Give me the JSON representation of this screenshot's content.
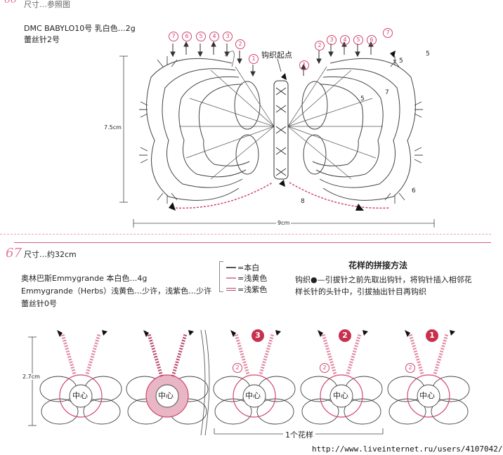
{
  "sec66": {
    "header": "尺寸…参照图",
    "yarn": "DMC BABYLO10号  乳白色…2g",
    "needle": "蕾丝针2号",
    "start_label": "钩织起点",
    "height_label": "7.5cm",
    "width_label": "9cm",
    "row_numbers": [
      "7",
      "6",
      "5",
      "4",
      "3",
      "2",
      "1"
    ],
    "side_rows": [
      "5",
      "5",
      "7",
      "5",
      "6",
      "8"
    ]
  },
  "sec67": {
    "number": "67",
    "header": "尺寸…约32cm",
    "yarn1": "奥林巴斯Emmygrande  本白色…4g",
    "yarn2": "Emmygrande（Herbs）浅黄色…少许，浅紫色…少许",
    "needle": "蕾丝针0号",
    "legend": [
      {
        "label": "=本白",
        "color": "#555555"
      },
      {
        "label": "=浅黄色",
        "color": "#e0879f"
      },
      {
        "label": "=浅紫色",
        "color": "#b84a6a"
      }
    ],
    "join_title": "花样的拼接方法",
    "join_text1": "钩织●—引拔针之前先取出钩针，将钩针插入相邻花",
    "join_text2": "样长针的头针中，引拔抽出针目再钩织",
    "height_label": "2.7cm",
    "center_label": "中心",
    "steps": [
      "3",
      "2",
      "1"
    ],
    "circle_two": "2",
    "motif_label": "1个花样"
  },
  "footer_url": "http://www.liveinternet.ru/users/4107042/",
  "colors": {
    "accent": "#d2466e",
    "pink_light": "#e8a3b6",
    "line": "#444444"
  }
}
